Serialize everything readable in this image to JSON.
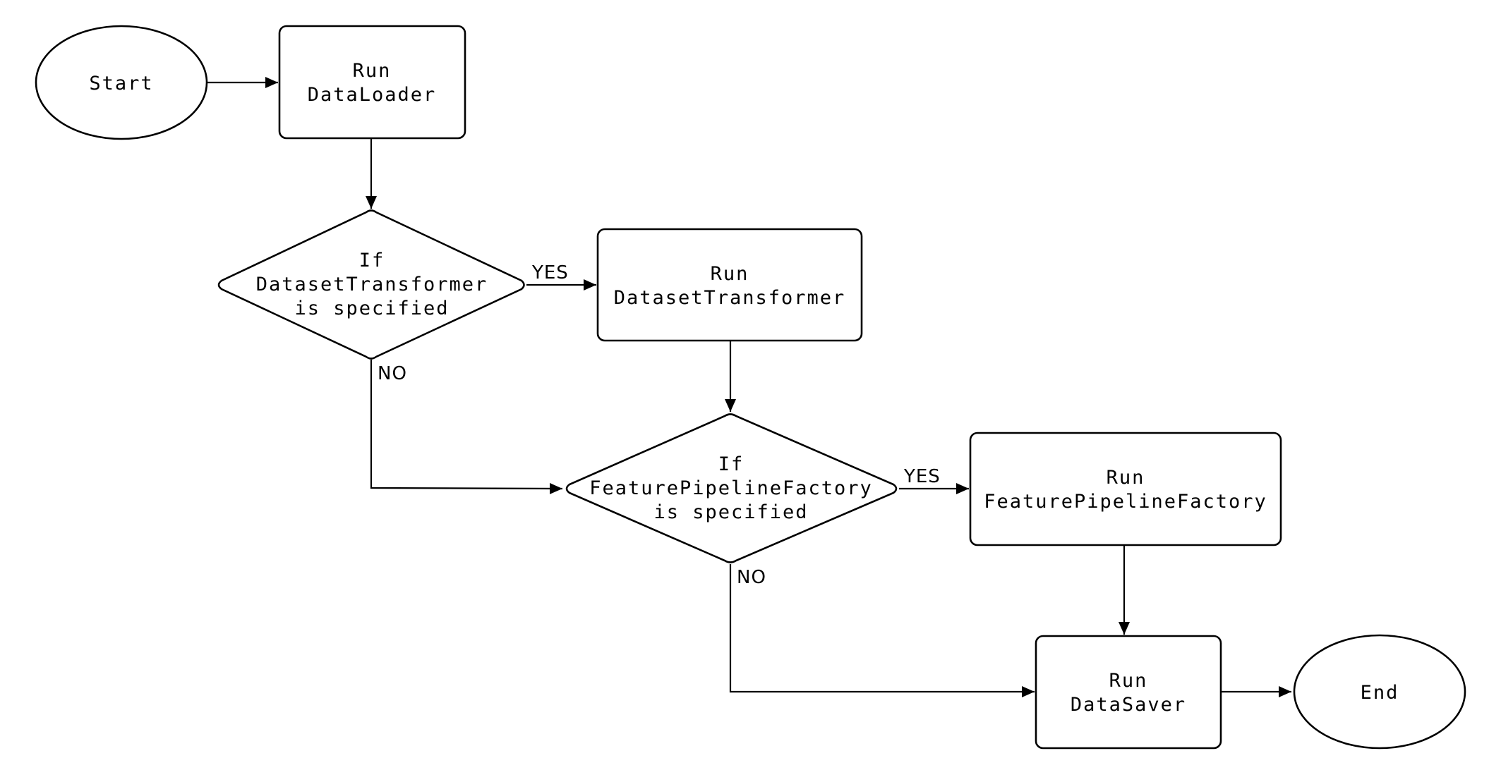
{
  "nodes": {
    "start": {
      "lines": [
        "Start"
      ]
    },
    "dataloader": {
      "lines": [
        "Run",
        "DataLoader"
      ]
    },
    "if_dataset_transformer": {
      "lines": [
        "If",
        "DatasetTransformer",
        "is specified"
      ]
    },
    "dataset_transformer": {
      "lines": [
        "Run",
        "DatasetTransformer"
      ]
    },
    "if_feature_pipeline": {
      "lines": [
        "If",
        "FeaturePipelineFactory",
        "is specified"
      ]
    },
    "feature_pipeline": {
      "lines": [
        "Run",
        "FeaturePipelineFactory"
      ]
    },
    "datasaver": {
      "lines": [
        "Run",
        "DataSaver"
      ]
    },
    "end": {
      "lines": [
        "End"
      ]
    }
  },
  "edges": {
    "yes_1": "YES",
    "no_1": "NO",
    "yes_2": "YES",
    "no_2": "NO"
  }
}
